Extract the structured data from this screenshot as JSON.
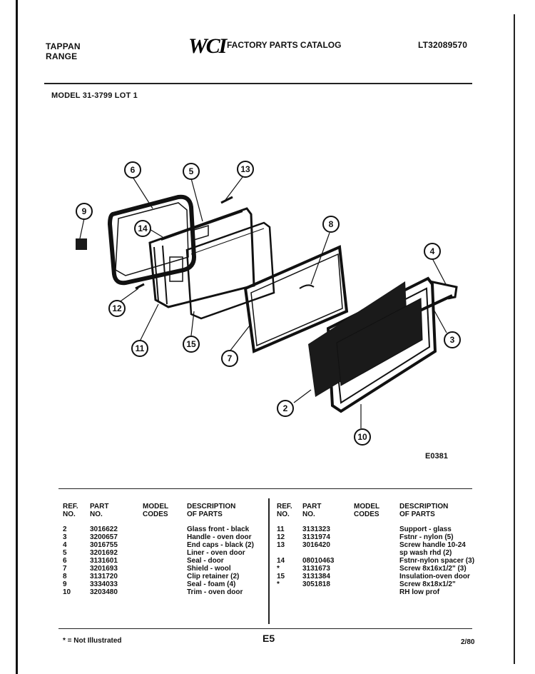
{
  "header": {
    "brand_line1": "TAPPAN",
    "brand_line2": "RANGE",
    "logo": "WCI",
    "catalog_title": "FACTORY PARTS CATALOG",
    "catalog_code": "LT32089570",
    "model": "MODEL 31-3799 LOT 1"
  },
  "diagram": {
    "figure_code": "E0381",
    "callouts": [
      "2",
      "3",
      "4",
      "5",
      "6",
      "7",
      "8",
      "9",
      "10",
      "11",
      "12",
      "13",
      "14",
      "15"
    ]
  },
  "table": {
    "headers": {
      "ref": [
        "REF.",
        "NO."
      ],
      "part": [
        "PART",
        "NO."
      ],
      "model": [
        "MODEL",
        "CODES"
      ],
      "desc": [
        "DESCRIPTION",
        "OF PARTS"
      ]
    },
    "left_rows": [
      {
        "ref": "2",
        "part": "3016622",
        "model": "",
        "desc": "Glass front - black"
      },
      {
        "ref": "3",
        "part": "3200657",
        "model": "",
        "desc": "Handle - oven door"
      },
      {
        "ref": "4",
        "part": "3016755",
        "model": "",
        "desc": "End caps - black (2)"
      },
      {
        "ref": "5",
        "part": "3201692",
        "model": "",
        "desc": "Liner - oven door"
      },
      {
        "ref": "6",
        "part": "3131601",
        "model": "",
        "desc": "Seal - door"
      },
      {
        "ref": "7",
        "part": "3201693",
        "model": "",
        "desc": "Shield - wool"
      },
      {
        "ref": "8",
        "part": "3131720",
        "model": "",
        "desc": "Clip retainer (2)"
      },
      {
        "ref": "9",
        "part": "3334033",
        "model": "",
        "desc": "Seal - foam (4)"
      },
      {
        "ref": "10",
        "part": "3203480",
        "model": "",
        "desc": "Trim - oven door"
      }
    ],
    "right_rows": [
      {
        "ref": "11",
        "part": "3131323",
        "model": "",
        "desc": "Support - glass"
      },
      {
        "ref": "12",
        "part": "3131974",
        "model": "",
        "desc": "Fstnr - nylon (5)"
      },
      {
        "ref": "13",
        "part": "3016420",
        "model": "",
        "desc": "Screw handle 10-24"
      },
      {
        "ref": "",
        "part": "",
        "model": "",
        "desc": "sp wash rhd (2)"
      },
      {
        "ref": "14",
        "part": "08010463",
        "model": "",
        "desc": "Fstnr-nylon spacer (3)"
      },
      {
        "ref": "*",
        "part": "3131673",
        "model": "",
        "desc": "Screw 8x16x1/2\" (3)"
      },
      {
        "ref": "15",
        "part": "3131384",
        "model": "",
        "desc": "Insulation-oven door"
      },
      {
        "ref": "*",
        "part": "3051818",
        "model": "",
        "desc": "Screw 8x18x1/2\""
      },
      {
        "ref": "",
        "part": "",
        "model": "",
        "desc": "RH low prof"
      }
    ]
  },
  "footer": {
    "note": "* = Not Illustrated",
    "page": "E5",
    "date": "2/80"
  },
  "colors": {
    "ink": "#111111",
    "paper": "#ffffff",
    "screen": "#1a1a1a"
  }
}
